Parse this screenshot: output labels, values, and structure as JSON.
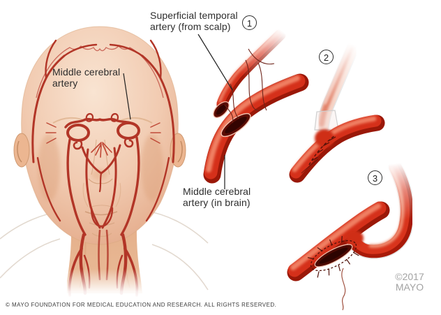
{
  "figure": {
    "labels": {
      "superficial_temporal": {
        "line1": "Superficial temporal",
        "line2": "artery (from scalp)"
      },
      "middle_cerebral_head": {
        "line1": "Middle cerebral",
        "line2": "artery"
      },
      "middle_cerebral_brain": {
        "line1": "Middle cerebral",
        "line2": "artery (in brain)"
      }
    },
    "steps": [
      {
        "number": "1"
      },
      {
        "number": "2"
      },
      {
        "number": "3"
      }
    ],
    "credit": {
      "line1": "©2017",
      "line2": "MAYO"
    },
    "footer_text": "© MAYO FOUNDATION FOR MEDICAL EDUCATION AND RESEARCH. ALL RIGHTS RESERVED.",
    "colors": {
      "artery_red": "#d5301a",
      "artery_dark": "#9a1808",
      "artery_highlight": "#f08063",
      "lumen_dark": "#4c0a02",
      "skin": "#f0c8ad",
      "head_artery": "#b23527",
      "label_text": "#2d2d2d",
      "credit_gray": "#a3a3a3",
      "footer_text_color": "#3c3c3c"
    }
  }
}
